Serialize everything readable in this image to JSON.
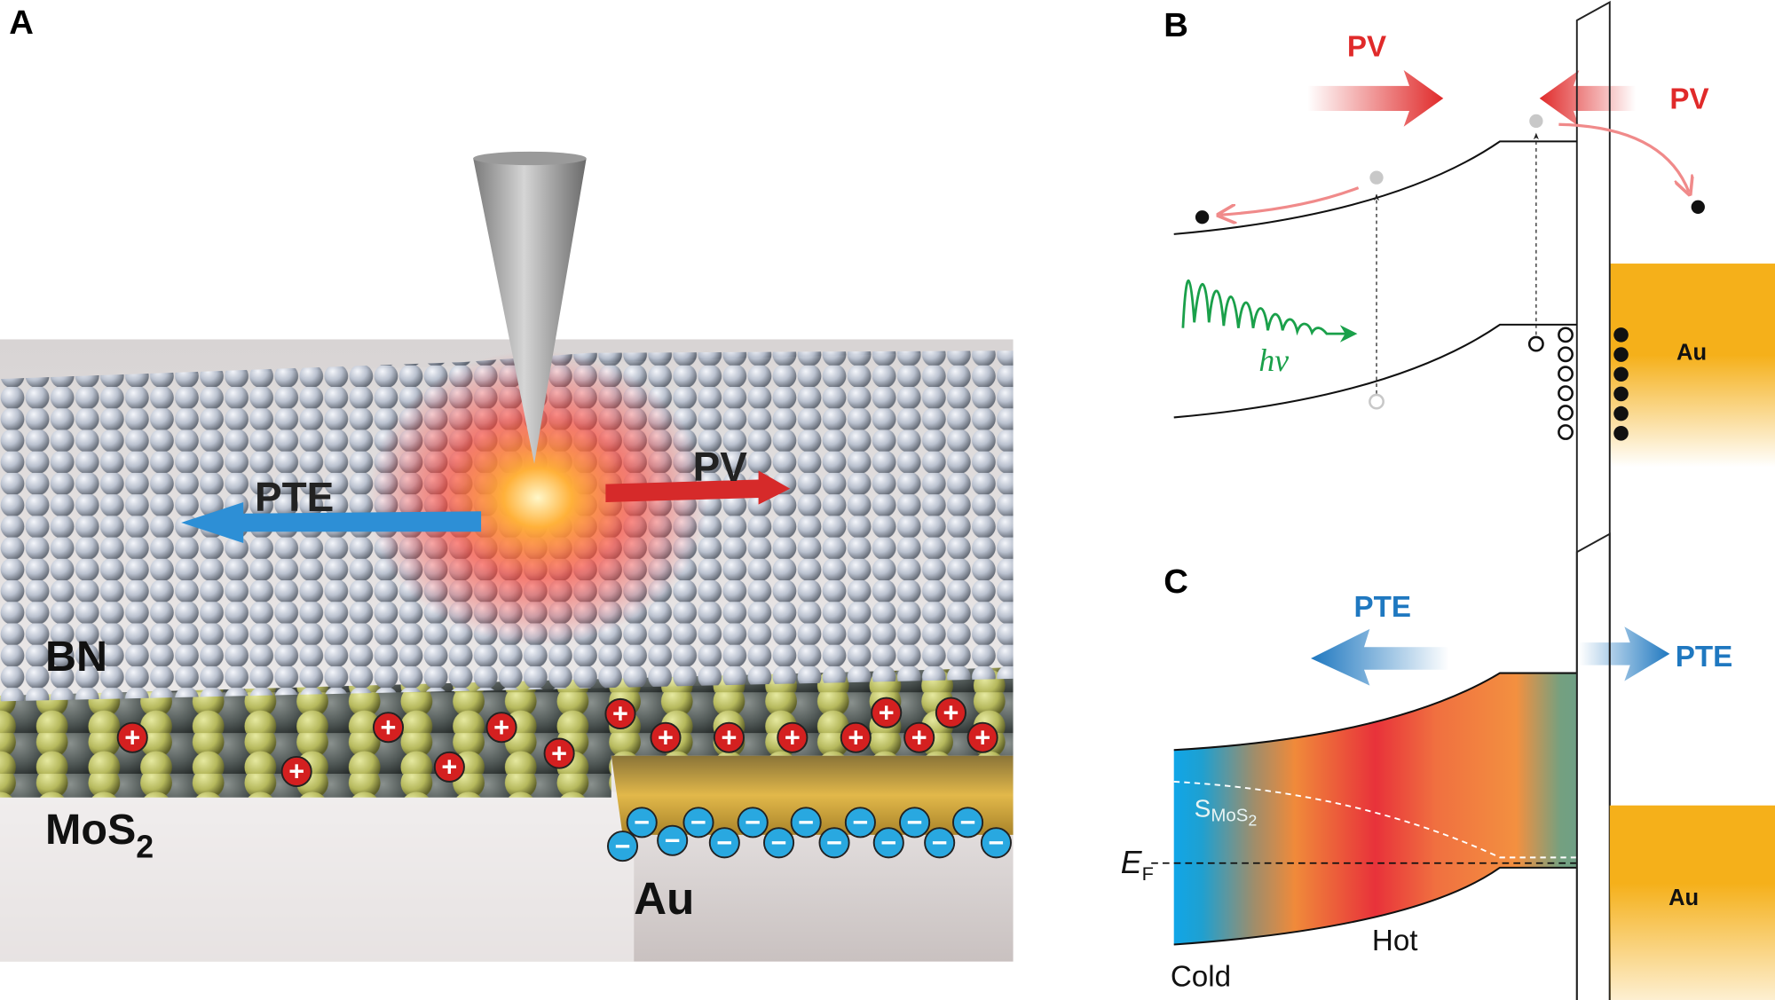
{
  "panels": {
    "a": {
      "label": "A",
      "bn": "BN",
      "mos2": "MoS",
      "mos2_sub": "2",
      "au": "Au",
      "pte": "PTE",
      "pv": "PV",
      "plus_symbol": "+",
      "minus_symbol": "−"
    },
    "b": {
      "label": "B",
      "pv_left": "PV",
      "pv_right": "PV",
      "photon": "hν",
      "au": "Au"
    },
    "c": {
      "label": "C",
      "pte_left": "PTE",
      "pte_right": "PTE",
      "seebeck": "S",
      "seebeck_sub": "MoS",
      "seebeck_sub2": "2",
      "fermi": "E",
      "fermi_sub": "F",
      "cold": "Cold",
      "hot": "Hot",
      "au": "Au"
    }
  },
  "colors": {
    "pv_red": "#e02a2a",
    "pte_blue": "#1f78c0",
    "gold": "#f5b01a",
    "photon_green": "#1aa04a",
    "plus_fill": "#d42020",
    "minus_fill": "#29a8e0"
  }
}
